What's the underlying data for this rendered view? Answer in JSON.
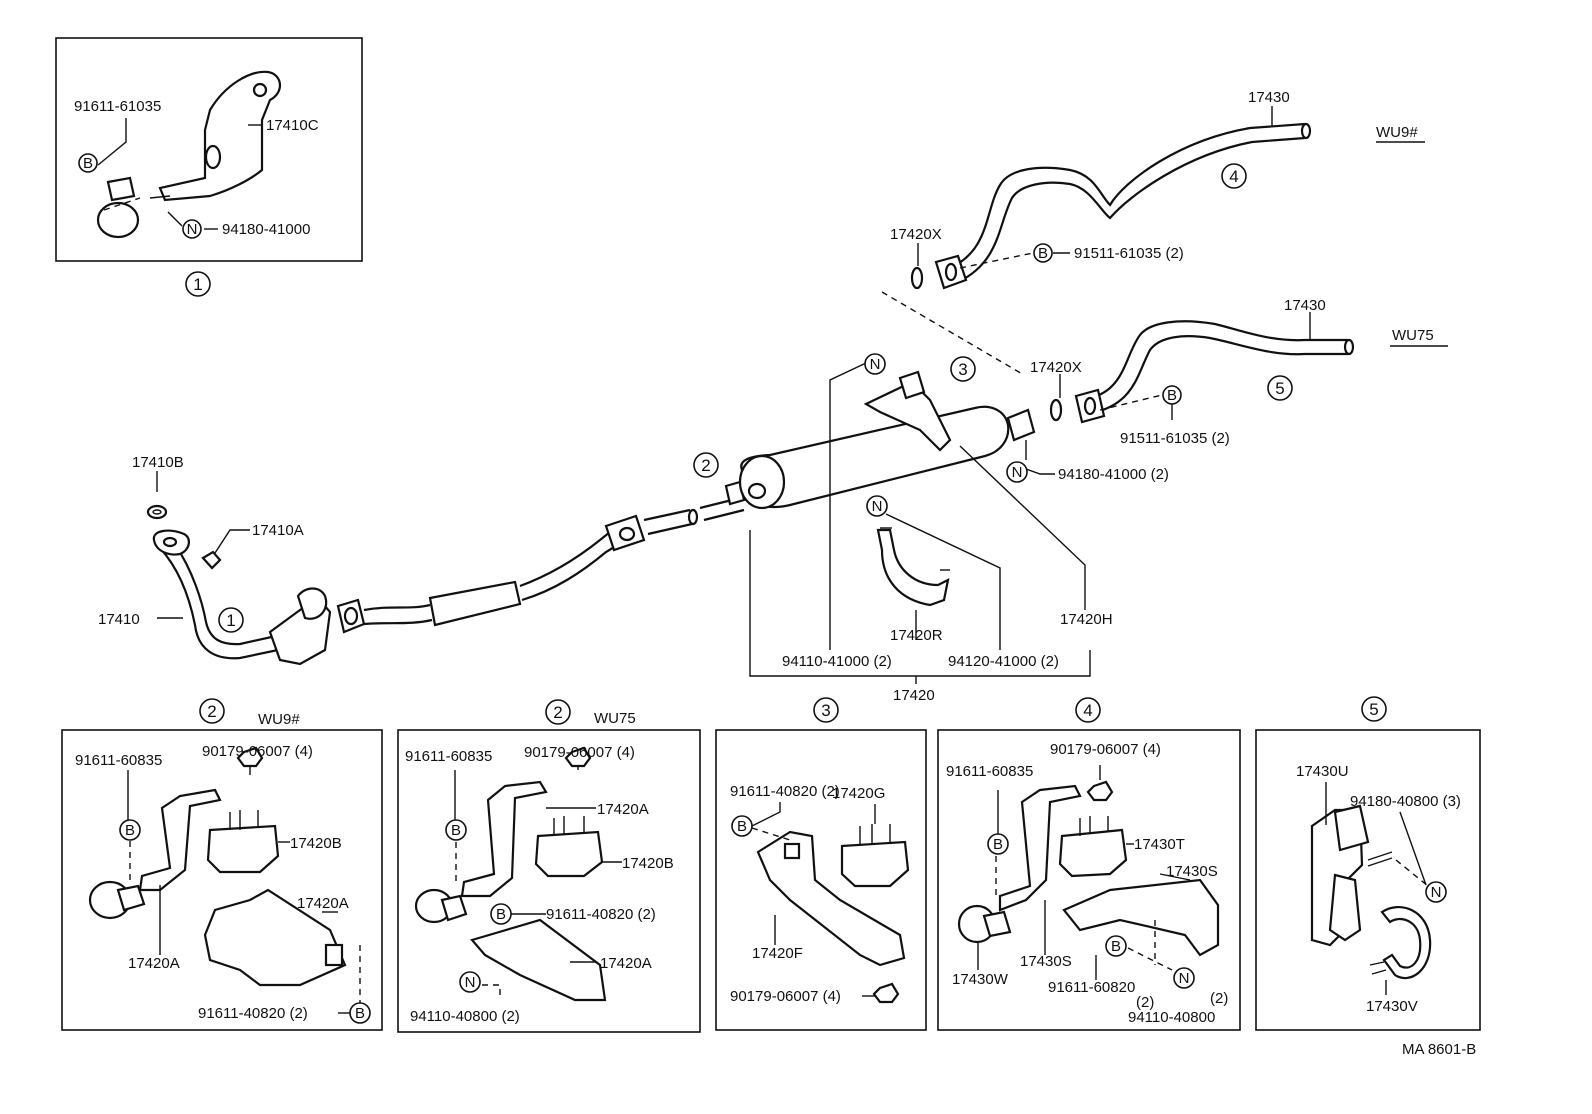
{
  "doc_id": "MA 8601-B",
  "parts": {
    "p91611_61035": "91611-61035",
    "p17410C": "17410C",
    "p94180_41000": "94180-41000",
    "p17410B": "17410B",
    "p17410A": "17410A",
    "p17410": "17410",
    "p17430_a": "17430",
    "p17430_b": "17430",
    "pWU9_top": "WU9#",
    "pWU75_top": "WU75",
    "p17420X_a": "17420X",
    "p17420X_b": "17420X",
    "p91511_a": "91511-61035 (2)",
    "p91511_b": "91511-61035 (2)",
    "p94180_41000_2": "94180-41000 (2)",
    "p17420H": "17420H",
    "p17420R": "17420R",
    "p94110_41000": "94110-41000 (2)",
    "p94120_41000": "94120-41000 (2)",
    "p17420": "17420"
  },
  "symbols": {
    "bolt": "B",
    "nut": "N"
  },
  "circled": {
    "one": "1",
    "two": "2",
    "three": "3",
    "four": "4",
    "five": "5"
  },
  "panels": {
    "p2a": {
      "title_num": "2",
      "variant": "WU9#",
      "l1": "91611-60835",
      "l2": "90179-06007 (4)",
      "l3": "17420B",
      "l4": "17420A",
      "l5": "17420A",
      "l6": "91611-40820 (2)"
    },
    "p2b": {
      "title_num": "2",
      "variant": "WU75",
      "l1": "91611-60835",
      "l2": "90179-06007 (4)",
      "l3": "17420A",
      "l4": "17420B",
      "l5": "91611-40820 (2)",
      "l6": "17420A",
      "l7": "94110-40800 (2)"
    },
    "p3": {
      "title_num": "3",
      "l1": "91611-40820 (2)",
      "l2": "17420G",
      "l3": "17420F",
      "l4": "90179-06007 (4)"
    },
    "p4": {
      "title_num": "4",
      "l1": "90179-06007 (4)",
      "l2": "91611-60835",
      "l3": "17430T",
      "l4": "17430S",
      "l5": "17430S",
      "l6": "17430W",
      "l7": "91611-60820",
      "l8": "(2)",
      "l9": "(2)",
      "l10": "94110-40800"
    },
    "p5": {
      "title_num": "5",
      "l1": "17430U",
      "l2": "94180-40800 (3)",
      "l3": "17430V"
    }
  }
}
